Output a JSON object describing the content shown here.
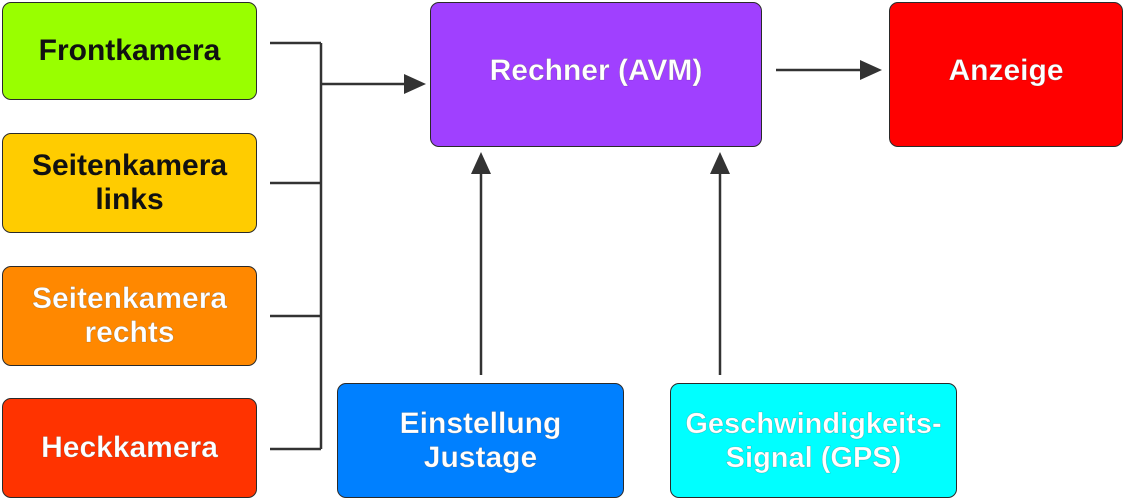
{
  "diagram": {
    "inputs": [
      {
        "id": "front",
        "label": "Frontkamera",
        "color": "#99ff00"
      },
      {
        "id": "left",
        "label": "Seitenkamera\nlinks",
        "color": "#ffcc00"
      },
      {
        "id": "right",
        "label": "Seitenkamera\nrechts",
        "color": "#ff8800"
      },
      {
        "id": "rear",
        "label": "Heckkamera",
        "color": "#ff3300"
      }
    ],
    "processor": {
      "label": "Rechner (AVM)",
      "color": "#a040ff"
    },
    "output": {
      "label": "Anzeige",
      "color": "#ff0000"
    },
    "controls": [
      {
        "id": "adjust",
        "label": "Einstellung\nJustage",
        "color": "#0080ff"
      },
      {
        "id": "speed",
        "label": "Geschwindigkeits-\nSignal (GPS)",
        "color": "#00ffff"
      }
    ],
    "connector_color": "#333333"
  }
}
